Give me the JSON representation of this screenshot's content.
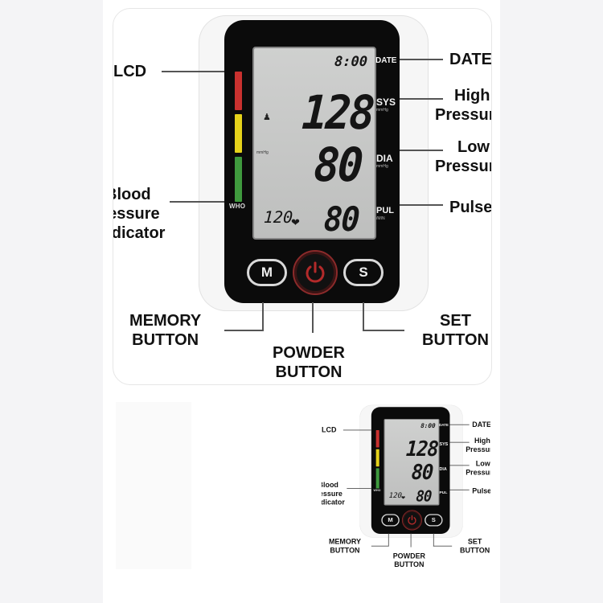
{
  "display": {
    "time": "8:00",
    "systolic": "128",
    "diastolic": "80",
    "pulse": "80",
    "memory_reading": "120",
    "unit": "mmHg"
  },
  "device_labels": {
    "date": "DATE",
    "sys": "SYS",
    "sys_unit": "mmHg",
    "dia": "DIA",
    "dia_unit": "mmHg",
    "pul": "PUL",
    "pul_unit": "/MIN",
    "who": "WHO",
    "memory_button": "M",
    "set_button": "S"
  },
  "callouts": {
    "lcd": "LCD",
    "date": "DATE",
    "high_pressure_1": "High",
    "high_pressure_2": "Pressure",
    "low_pressure_1": "Low",
    "low_pressure_2": "Pressure",
    "pulse": "Pulse",
    "blood_1": "Blood",
    "blood_2": "Pressure",
    "blood_3": "Indicator",
    "memory_1": "MEMORY",
    "memory_2": "BUTTON",
    "powder_1": "POWDER",
    "powder_2": "BUTTON",
    "set_1": "SET",
    "set_2": "BUTTON"
  },
  "colors": {
    "indicator_red": "#c9312f",
    "indicator_yellow": "#e5d21a",
    "indicator_green": "#3f9a3e",
    "power_ring": "#8b2a2a"
  },
  "icons": [
    "power-icon",
    "heart-icon",
    "person-icon"
  ]
}
